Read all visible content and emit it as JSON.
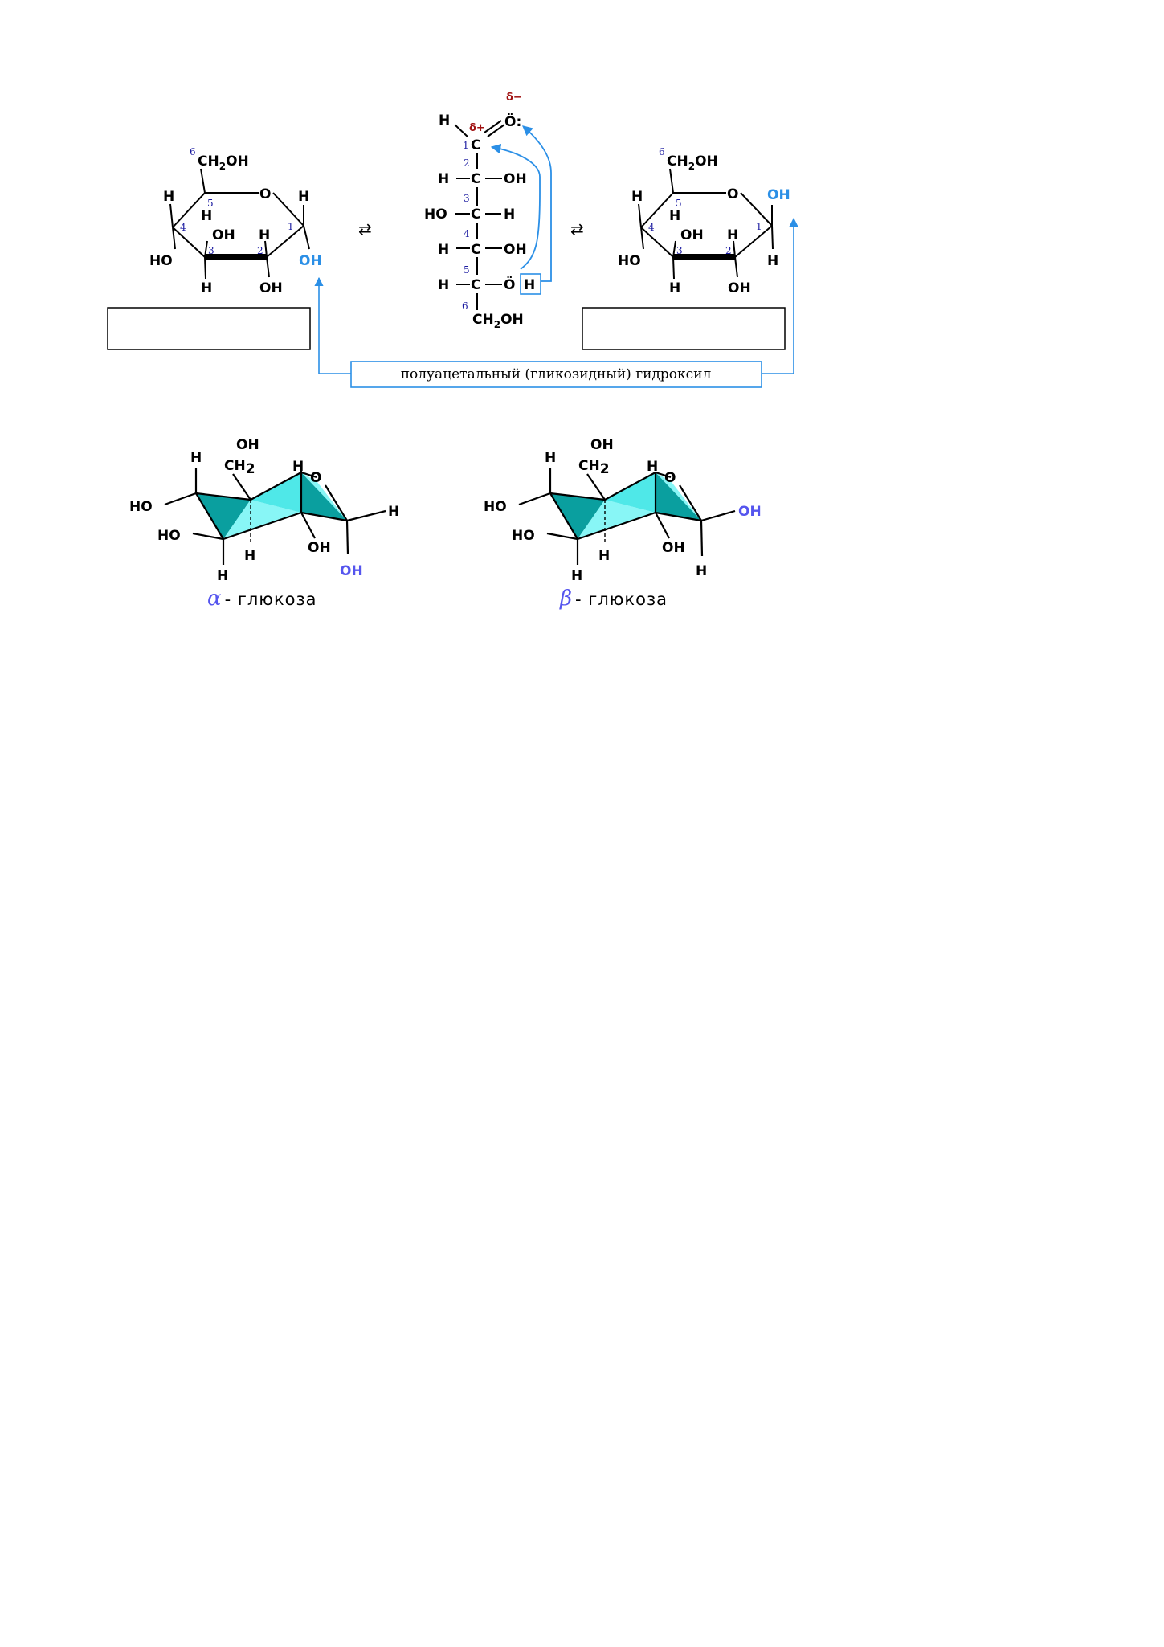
{
  "colors": {
    "bond": "#000000",
    "arrow_blue": "#2b8fe6",
    "charge_red": "#a01010",
    "number_blue": "#1a1aa0",
    "oh_blue": "#2b8fe6",
    "oh_chair_blue": "#5555ee",
    "teal_dark": "#0a9f9f",
    "teal_light": "#4fe8e8",
    "face_cyan": "#88f6f6"
  },
  "equilibrium_glyph": "⇄",
  "alpha_ring": {
    "c6": "6",
    "ch2oh": "CH",
    "ch2oh_sub": "2",
    "ch2oh_end": "OH",
    "o": "O",
    "h_c1_top": "H",
    "oh_c1": "OH",
    "h_c4_top": "H",
    "n5": "5",
    "h_c5": "H",
    "n4": "4",
    "ho_c4": "HO",
    "oh_c3": "OH",
    "n3": "3",
    "h_c2": "H",
    "n2": "2",
    "n1": "1",
    "h_c3": "H",
    "oh_c2": "OH",
    "label_box": ""
  },
  "open_chain": {
    "delta_minus": "δ−",
    "delta_plus": "δ+",
    "h_ald": "H",
    "o_ald": "Ö:",
    "n1": "1",
    "c1": "C",
    "n2": "2",
    "row2": [
      "H",
      "C",
      "OH"
    ],
    "n3": "3",
    "row3": [
      "HO",
      "C",
      "H"
    ],
    "n4": "4",
    "row4": [
      "H",
      "C",
      "OH"
    ],
    "n5": "5",
    "row5": [
      "H",
      "C",
      "Ö",
      "H"
    ],
    "n6": "6",
    "ch2oh": "CH",
    "ch2oh_sub": "2",
    "ch2oh_end": "OH"
  },
  "beta_ring": {
    "c6": "6",
    "ch2oh": "CH",
    "ch2oh_sub": "2",
    "ch2oh_end": "OH",
    "o": "O",
    "oh_c1": "OH",
    "h_c4_top": "H",
    "n5": "5",
    "h_c5": "H",
    "n4": "4",
    "ho_c4": "HO",
    "oh_c3": "OH",
    "n3": "3",
    "h_c2": "H",
    "n2": "2",
    "n1": "1",
    "h_c1": "H",
    "h_c3": "H",
    "oh_c2": "OH",
    "label_box": ""
  },
  "hemiacetal_caption": "полуацетальный (гликозидный) гидроксил",
  "alpha_chair": {
    "oh": "OH",
    "ch2": "CH",
    "ch2_sub": "2",
    "h_c5": "H",
    "o": "O",
    "h_c4": "H",
    "h_c1": "H",
    "ho_c4": "HO",
    "ho_c3": "HO",
    "h_c5_down": "H",
    "oh_c2": "OH",
    "oh_c1": "OH",
    "h_c3": "H",
    "greek": "α",
    "name": "- глюкоза"
  },
  "beta_chair": {
    "oh": "OH",
    "ch2": "CH",
    "ch2_sub": "2",
    "h_c5": "H",
    "o": "O",
    "h_c4": "H",
    "oh_c1": "OH",
    "ho_c4": "HO",
    "ho_c3": "HO",
    "h_c5_down": "H",
    "oh_c2": "OH",
    "h_c1": "H",
    "h_c3": "H",
    "greek": "β",
    "name": "- глюкоза"
  }
}
